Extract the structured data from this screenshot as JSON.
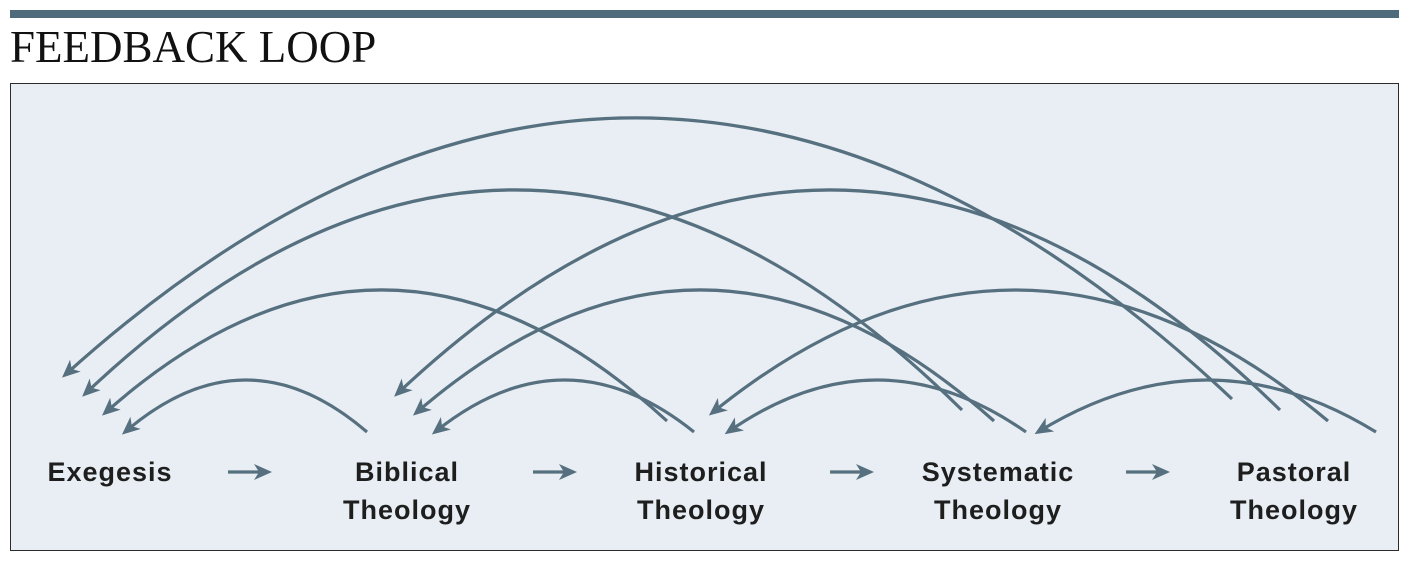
{
  "title": "FEEDBACK LOOP",
  "colors": {
    "rule": "#4f6a7a",
    "panel_bg": "#e8eef4",
    "arrow": "#56707f",
    "text": "#1e1e1e"
  },
  "stages": [
    {
      "id": "exegesis",
      "lines": [
        "Exegesis"
      ]
    },
    {
      "id": "biblical",
      "lines": [
        "Biblical",
        "Theology"
      ]
    },
    {
      "id": "historical",
      "lines": [
        "Historical",
        "Theology"
      ]
    },
    {
      "id": "systematic",
      "lines": [
        "Systematic",
        "Theology"
      ]
    },
    {
      "id": "pastoral",
      "lines": [
        "Pastoral",
        "Theology"
      ]
    }
  ],
  "forward_flow": [
    {
      "from": "exegesis",
      "to": "biblical"
    },
    {
      "from": "biblical",
      "to": "historical"
    },
    {
      "from": "historical",
      "to": "systematic"
    },
    {
      "from": "systematic",
      "to": "pastoral"
    }
  ],
  "feedback_arcs": [
    {
      "from": "biblical",
      "to": "exegesis"
    },
    {
      "from": "historical",
      "to": "biblical"
    },
    {
      "from": "systematic",
      "to": "historical"
    },
    {
      "from": "pastoral",
      "to": "systematic"
    },
    {
      "from": "historical",
      "to": "exegesis"
    },
    {
      "from": "systematic",
      "to": "biblical"
    },
    {
      "from": "pastoral",
      "to": "historical"
    },
    {
      "from": "systematic",
      "to": "exegesis"
    },
    {
      "from": "pastoral",
      "to": "biblical"
    },
    {
      "from": "pastoral",
      "to": "exegesis"
    }
  ]
}
